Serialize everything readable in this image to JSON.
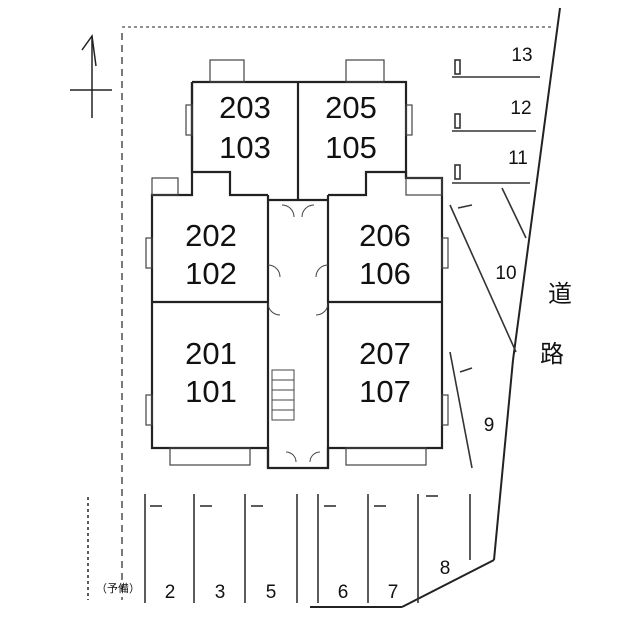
{
  "building": {
    "units": [
      {
        "id": "u203",
        "upper": "203",
        "lower": "103"
      },
      {
        "id": "u205",
        "upper": "205",
        "lower": "105"
      },
      {
        "id": "u202",
        "upper": "202",
        "lower": "102"
      },
      {
        "id": "u206",
        "upper": "206",
        "lower": "106"
      },
      {
        "id": "u201",
        "upper": "201",
        "lower": "101"
      },
      {
        "id": "u207",
        "upper": "207",
        "lower": "107"
      }
    ]
  },
  "parking": {
    "reserve_label": "（予備）",
    "bottom_spaces": [
      "2",
      "3",
      "5",
      "6",
      "7",
      "8"
    ],
    "right_spaces": [
      "13",
      "12",
      "11",
      "10",
      "9"
    ]
  },
  "road": {
    "label_1": "道",
    "label_2": "路"
  },
  "icons": {
    "compass": "north-arrow-icon"
  }
}
